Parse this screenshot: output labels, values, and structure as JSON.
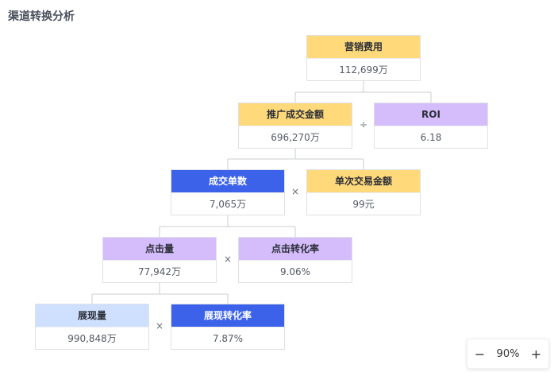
{
  "page": {
    "title": "渠道转换分析"
  },
  "nodes": {
    "marketing_cost": {
      "label": "营销费用",
      "value": "112,699万"
    },
    "gmv": {
      "label": "推广成交金额",
      "value": "696,270万"
    },
    "roi": {
      "label": "ROI",
      "value": "6.18"
    },
    "orders": {
      "label": "成交单数",
      "value": "7,065万"
    },
    "avg_order_value": {
      "label": "单次交易金额",
      "value": "99元"
    },
    "clicks": {
      "label": "点击量",
      "value": "77,942万"
    },
    "click_conversion_rate": {
      "label": "点击转化率",
      "value": "9.06%"
    },
    "impressions": {
      "label": "展现量",
      "value": "990,848万"
    },
    "impression_conversion_rate": {
      "label": "展现转化率",
      "value": "7.87%"
    }
  },
  "operators": {
    "divide": "÷",
    "multiply": "×"
  },
  "zoom": {
    "minus": "−",
    "level": "90%",
    "plus": "+"
  },
  "colors": {
    "yellow": "#ffd97a",
    "purple": "#d5bcfb",
    "blue": "#3b62e8",
    "light_blue": "#cfe0ff"
  }
}
